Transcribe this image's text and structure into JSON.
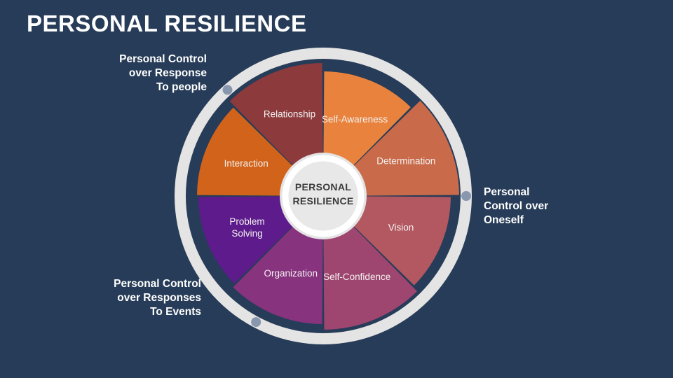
{
  "title": "PERSONAL RESILIENCE",
  "background_color": "#273c58",
  "hub": {
    "line1": "PERSONAL",
    "line2": "RESILIENCE",
    "fill": "#e8e8e8",
    "text_color": "#3b3b3b"
  },
  "ring": {
    "color": "#e4e4e4"
  },
  "dot_color": "#8897ad",
  "segments": [
    {
      "label": "Self-Awareness",
      "color": "#e8823c",
      "start_angle": 0,
      "end_angle": 45,
      "radius": 178
    },
    {
      "label": "Determination",
      "color": "#c96b4a",
      "start_angle": 45,
      "end_angle": 90,
      "radius": 194
    },
    {
      "label": "Vision",
      "color": "#b35861",
      "start_angle": 90,
      "end_angle": 135,
      "radius": 182
    },
    {
      "label": "Self-Confidence",
      "color": "#9e4670",
      "start_angle": 135,
      "end_angle": 180,
      "radius": 191
    },
    {
      "label": "Organization",
      "color": "#87337e",
      "start_angle": 180,
      "end_angle": 225,
      "radius": 183
    },
    {
      "label": "Problem Solving",
      "color": "#5e1b8c",
      "start_angle": 225,
      "end_angle": 270,
      "radius": 178
    },
    {
      "label": "Interaction",
      "color": "#d1641a",
      "start_angle": 270,
      "end_angle": 315,
      "radius": 180
    },
    {
      "label": "Relationship",
      "color": "#8c3a3c",
      "start_angle": 315,
      "end_angle": 360,
      "radius": 190
    }
  ],
  "callouts": [
    {
      "id": "top-left",
      "lines": [
        "Personal Control",
        "over Response",
        "To people"
      ]
    },
    {
      "id": "bottom-left",
      "lines": [
        "Personal Control",
        "over Responses",
        "To Events"
      ]
    },
    {
      "id": "right",
      "lines": [
        "Personal",
        "Control over",
        "Oneself"
      ]
    }
  ]
}
